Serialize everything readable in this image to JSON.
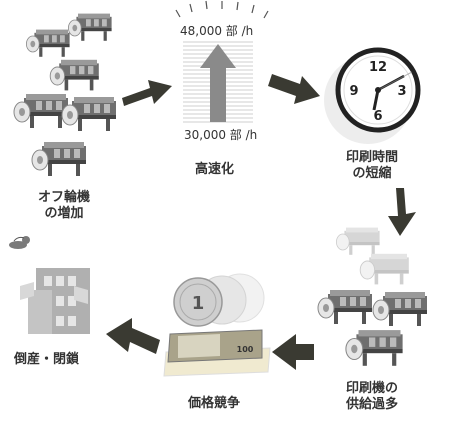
{
  "cycle": {
    "more_presses": [
      "オフ輪機",
      "の増加"
    ],
    "speed_up": "高速化",
    "print_time_short": [
      "印刷時間",
      "の短縮"
    ],
    "oversupply": [
      "印刷機の",
      "供給過多"
    ],
    "price_competition": "価格競争",
    "bankruptcy": "倒産・閉鎖"
  },
  "speed": {
    "high": "48,000 部 /h",
    "low": "30,000 部 /h"
  },
  "clock": {
    "n12": "12",
    "n3": "3",
    "n6": "6",
    "n9": "9"
  },
  "money": {
    "coin": "1",
    "bill": "100"
  },
  "colors": {
    "arrow": "#3a3a32",
    "machine_dark": "#6a6a6a",
    "machine_light": "#d0d0d0"
  }
}
